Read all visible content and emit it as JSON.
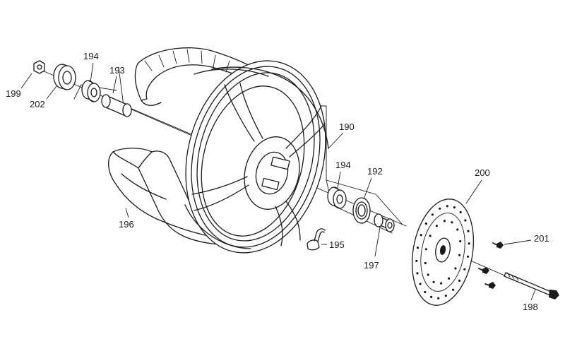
{
  "callouts": [
    {
      "id": "199",
      "label": "199"
    },
    {
      "id": "202",
      "label": "202"
    },
    {
      "id": "194a",
      "label": "194"
    },
    {
      "id": "193",
      "label": "193"
    },
    {
      "id": "190",
      "label": "190"
    },
    {
      "id": "194b",
      "label": "194"
    },
    {
      "id": "192",
      "label": "192"
    },
    {
      "id": "196",
      "label": "196"
    },
    {
      "id": "195",
      "label": "195"
    },
    {
      "id": "197",
      "label": "197"
    },
    {
      "id": "200",
      "label": "200"
    },
    {
      "id": "201",
      "label": "201"
    },
    {
      "id": "198",
      "label": "198"
    }
  ]
}
